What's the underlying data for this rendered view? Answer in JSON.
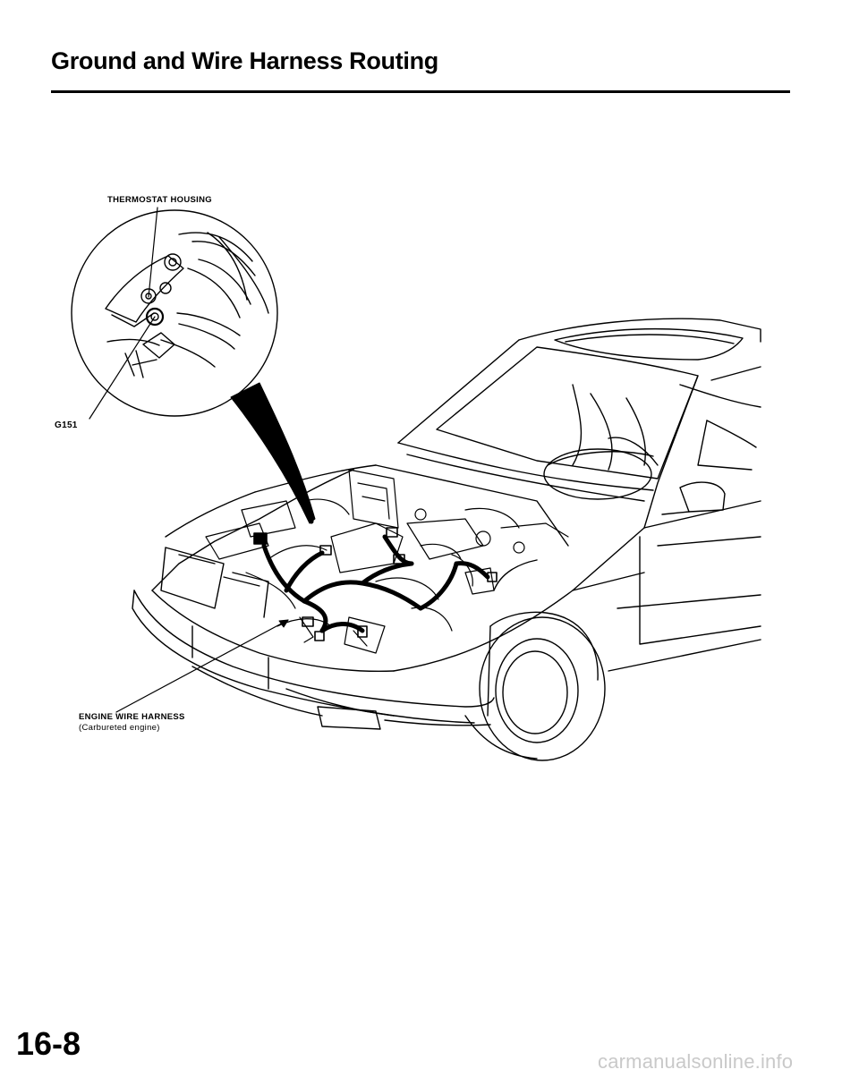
{
  "page": {
    "title": "Ground and Wire Harness Routing",
    "page_number": "16-8"
  },
  "figure": {
    "callouts": {
      "thermostat_housing": "THERMOSTAT HOUSING",
      "ground_point": "G151",
      "engine_wire_harness": "ENGINE WIRE HARNESS",
      "engine_wire_harness_note": "(Carbureted engine)"
    }
  },
  "watermark": {
    "text": "carmanualsonline.info"
  }
}
